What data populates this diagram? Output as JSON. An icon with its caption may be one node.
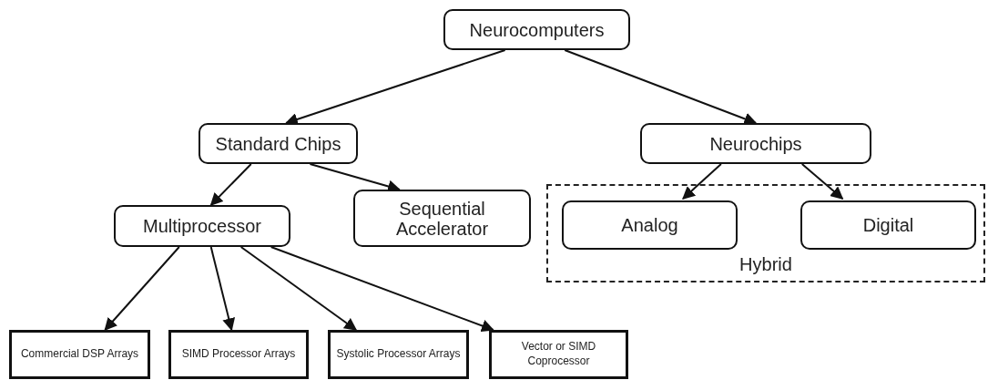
{
  "diagram": {
    "nodes": [
      {
        "text": [
          "Neurocomputers"
        ]
      },
      {
        "text": [
          "Standard Chips"
        ]
      },
      {
        "text": [
          "Neurochips"
        ]
      },
      {
        "text": [
          "Multiprocessor"
        ]
      },
      {
        "text": [
          "Sequential Accelerator"
        ]
      },
      {
        "text": [
          "Hybrid"
        ]
      },
      {
        "text": [
          "Analog"
        ],
        "in": 5
      },
      {
        "text": [
          "Digital"
        ],
        "in": 5
      },
      {
        "text": [
          "Commercial DSP Arrays"
        ]
      },
      {
        "text": [
          "SIMD Processor Arrays"
        ]
      },
      {
        "text": [
          "Systolic Processor Arrays"
        ]
      },
      {
        "text": [
          "Vector or SIMD Coprocessor"
        ]
      }
    ],
    "edges": [
      {
        "from": 0,
        "to": 1,
        "arrow": "to"
      },
      {
        "from": 0,
        "to": 2,
        "arrow": "to"
      },
      {
        "from": 1,
        "to": 3,
        "arrow": "to"
      },
      {
        "from": 1,
        "to": 4,
        "arrow": "to"
      },
      {
        "from": 2,
        "to": 6,
        "arrow": "to"
      },
      {
        "from": 2,
        "to": 7,
        "arrow": "to"
      },
      {
        "from": 3,
        "to": 8,
        "arrow": "to"
      },
      {
        "from": 3,
        "to": 9,
        "arrow": "to"
      },
      {
        "from": 3,
        "to": 10,
        "arrow": "to"
      },
      {
        "from": 3,
        "to": 11,
        "arrow": "to"
      }
    ]
  }
}
